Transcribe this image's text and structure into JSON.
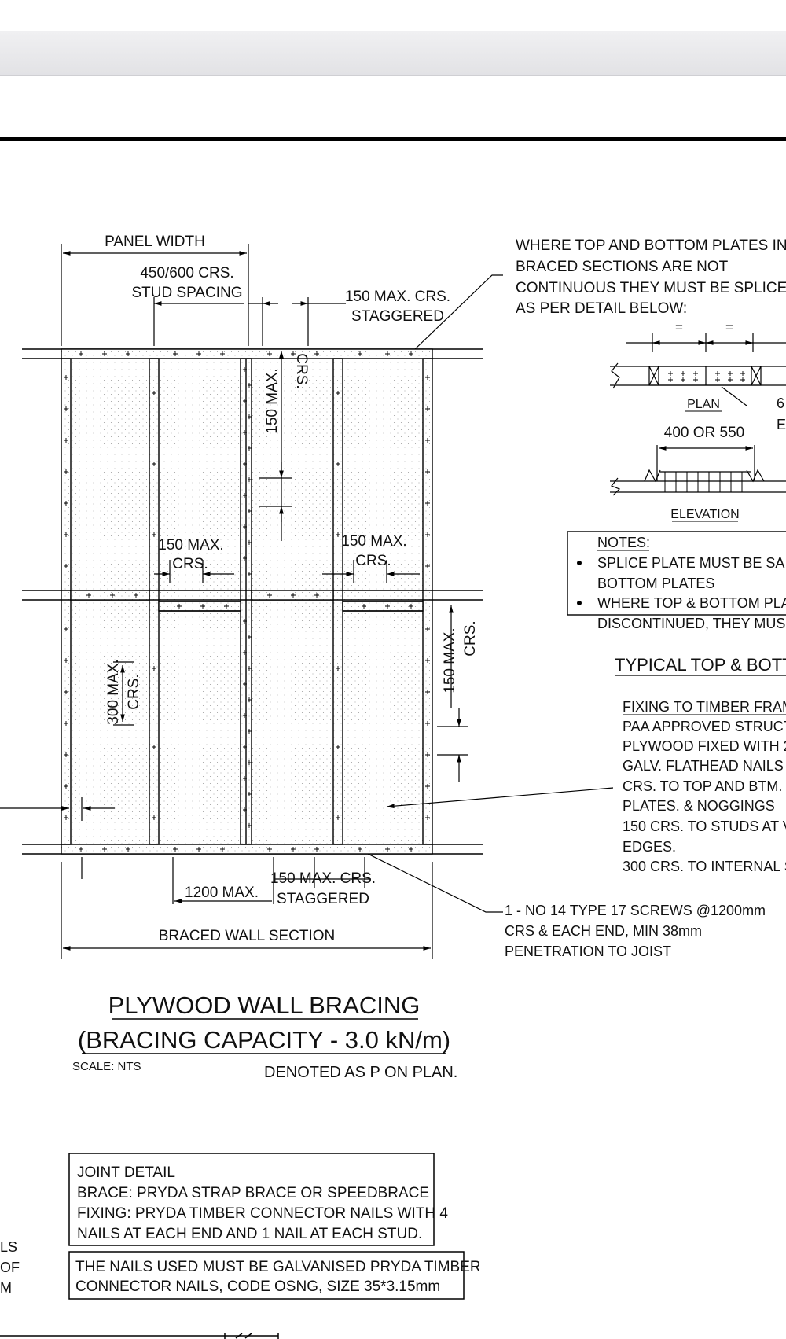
{
  "drawing": {
    "panel_width": "PANEL WIDTH",
    "stud_spacing_1": "450/600 CRS.",
    "stud_spacing_2": "STUD SPACING",
    "top_staggered_1": "150 MAX. CRS.",
    "top_staggered_2": "STAGGERED",
    "vert_150_a": "150 MAX.",
    "vert_crs_a": "CRS.",
    "mid_150_left": "150 MAX.",
    "mid_crs_left": "CRS.",
    "mid_150_right": "150 MAX.",
    "mid_crs_right": "CRS.",
    "vert_300": "300 MAX.",
    "vert_300_crs": "CRS.",
    "vert_150_b": "150 MAX.",
    "vert_crs_b": "CRS.",
    "bottom_1200": "1200 MAX.",
    "bottom_staggered_1": "150 MAX. CRS.",
    "bottom_staggered_2": "STAGGERED",
    "braced_wall_section": "BRACED WALL SECTION"
  },
  "splice_note": {
    "line1": "WHERE TOP AND BOTTOM PLATES IN",
    "line2": "BRACED SECTIONS ARE NOT",
    "line3": "CONTINUOUS THEY MUST BE SPLICED",
    "line4": "AS PER DETAIL BELOW:"
  },
  "splice_detail": {
    "eq1": "=",
    "eq2": "=",
    "plan": "PLAN",
    "side_6": "6",
    "side_e": "E",
    "length": "400 OR 550",
    "elevation": "ELEVATION"
  },
  "notes": {
    "title": "NOTES:",
    "n1_line1": "SPLICE PLATE MUST BE SA",
    "n1_line2": "BOTTOM PLATES",
    "n2_line1": "WHERE TOP & BOTTOM PLA",
    "n2_line2": "DISCONTINUED, THEY MUS"
  },
  "typical_heading": "TYPICAL TOP & BOTTO",
  "fixing": {
    "title": "FIXING TO TIMBER FRAM",
    "l1": "PAA APPROVED STRUCT",
    "l2": "PLYWOOD FIXED WITH 2",
    "l3": "GALV. FLATHEAD NAILS",
    "l4": "CRS. TO TOP AND BTM.",
    "l5": "PLATES. & NOGGINGS",
    "l6": "150 CRS. TO STUDS AT V",
    "l7": "EDGES.",
    "l8": "300 CRS. TO INTERNAL S"
  },
  "screws_note": {
    "l1": "1 - NO 14 TYPE 17 SCREWS @1200mm",
    "l2": "CRS & EACH END, MIN 38mm",
    "l3": "PENETRATION TO JOIST"
  },
  "title_block": {
    "title": "PLYWOOD WALL BRACING",
    "subtitle": "(BRACING CAPACITY - 3.0 kN/m)",
    "scale": "SCALE: NTS",
    "denoted": "DENOTED AS P ON PLAN."
  },
  "joint_detail": {
    "l1": "JOINT DETAIL",
    "l2": "BRACE: PRYDA STRAP BRACE OR SPEEDBRACE",
    "l3": "FIXING: PRYDA TIMBER CONNECTOR NAILS WITH 4",
    "l4": "NAILS AT EACH END AND 1 NAIL AT EACH STUD."
  },
  "nails_note": {
    "l1": "THE NAILS USED MUST BE GALVANISED  PRYDA TIMBER",
    "l2": "CONNECTOR NAILS, CODE OSNG, SIZE 35*3.15mm"
  },
  "left_cut": {
    "l1": "LS",
    "l2": "OF",
    "l3": "M"
  }
}
